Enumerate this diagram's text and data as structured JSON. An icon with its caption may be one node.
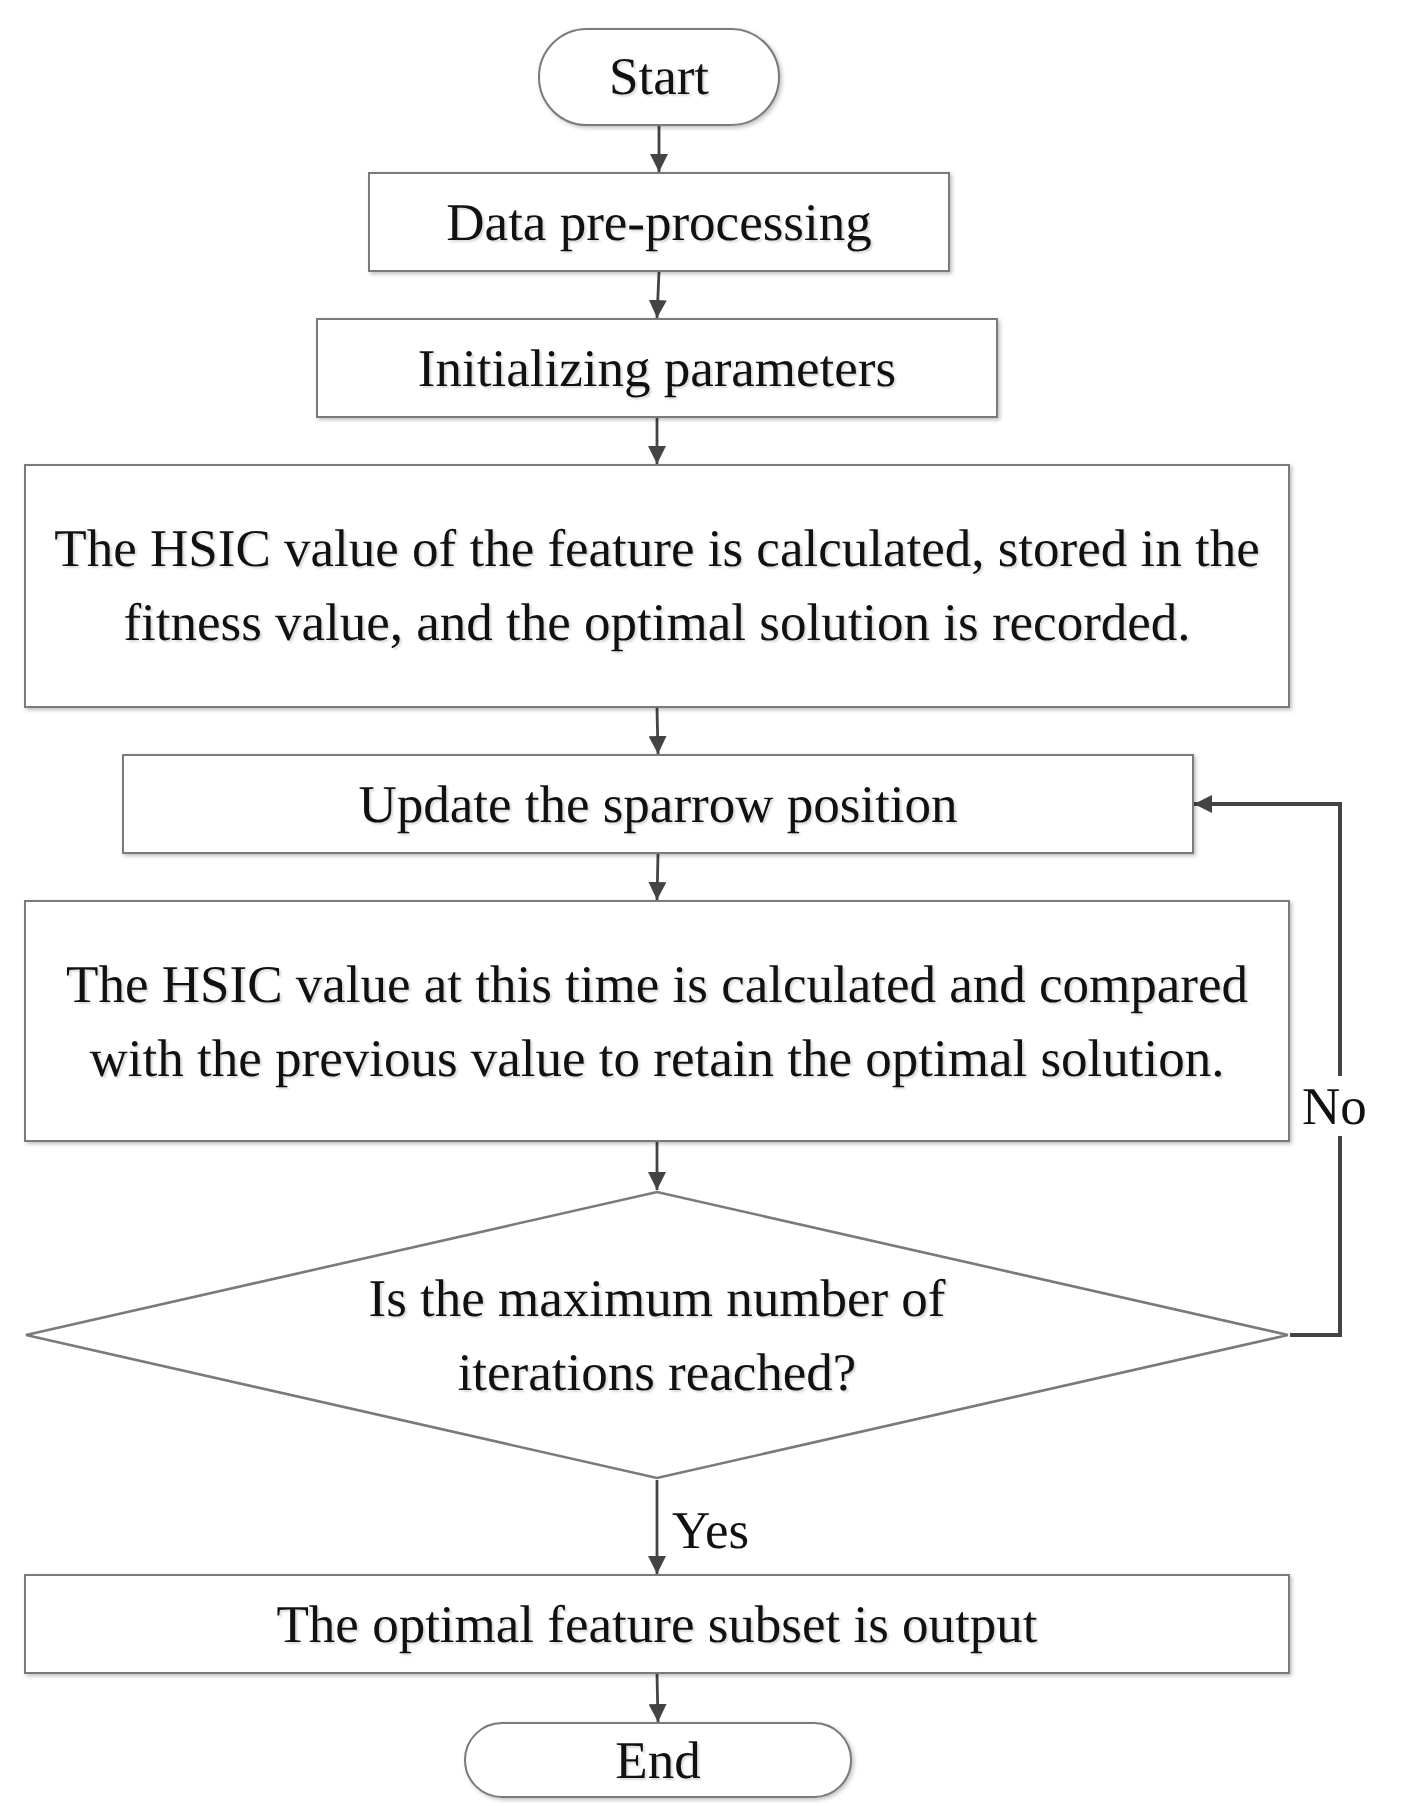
{
  "diagram": {
    "nodes": [
      {
        "text": [
          "Start"
        ]
      },
      {
        "text": [
          "Data pre-processing"
        ]
      },
      {
        "text": [
          "Initializing parameters"
        ]
      },
      {
        "text": [
          "The HSIC value of the feature is calculated, stored in the fitness value, and the optimal solution is recorded."
        ]
      },
      {
        "text": [
          "Update the sparrow position"
        ]
      },
      {
        "text": [
          "The HSIC value at this time is calculated and compared with the previous value to retain the optimal solution."
        ]
      },
      {
        "text": [
          "Is the maximum number of iterations reached?"
        ]
      },
      {
        "text": [
          "The optimal feature subset is output"
        ]
      },
      {
        "text": [
          "End"
        ]
      }
    ],
    "edges": [
      {
        "from": 0,
        "to": 1,
        "arrow": "to"
      },
      {
        "from": 1,
        "to": 2,
        "arrow": "to"
      },
      {
        "from": 2,
        "to": 3,
        "arrow": "to"
      },
      {
        "from": 3,
        "to": 4,
        "arrow": "to"
      },
      {
        "from": 4,
        "to": 5,
        "arrow": "to"
      },
      {
        "from": 5,
        "to": 6,
        "arrow": "to"
      },
      {
        "from": 6,
        "to": 7,
        "arrow": "to",
        "label": "Yes"
      },
      {
        "from": 6,
        "to": 4,
        "arrow": "to",
        "label": "No"
      },
      {
        "from": 7,
        "to": 8,
        "arrow": "to"
      }
    ]
  }
}
